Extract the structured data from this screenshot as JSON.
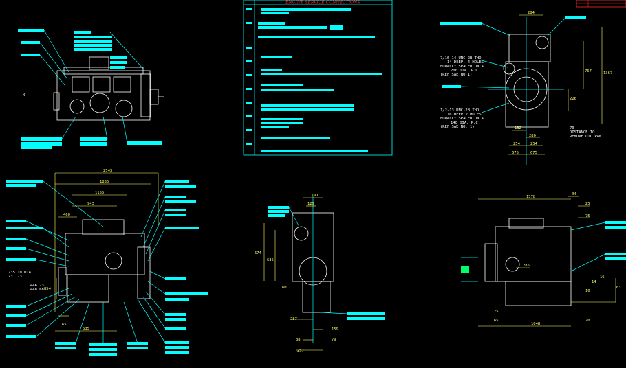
{
  "table": {
    "title": "ENGINE SERVICE CONNECTIONS"
  },
  "top_right": {
    "dims": [
      "284",
      "767",
      "1367",
      "226",
      "132",
      "280",
      "254",
      "254",
      "675",
      "675"
    ],
    "note_upper": [
      "7/16-14 UNC-2B THD",
      "14 DEEP, 4 HOLES",
      "EQUALLY SPACED ON A",
      "200 DIA. P.C.",
      "(REF SAE NO 1)"
    ],
    "note_lower": [
      "1/2-13 UNC-2B THD",
      "16 DEEP 2 HOLES",
      "EQUALLY SPACED ON A",
      "140 DIA. P.C.",
      "(REF SAE NO. 1)"
    ],
    "note_side": [
      "70",
      "DISTANCE TO",
      "REMOVE OIL PAN"
    ]
  },
  "bottom_left": {
    "dims": [
      "2543",
      "1835",
      "1155",
      "943",
      "460",
      "854",
      "65",
      "635"
    ],
    "side_label": [
      "735.10 DIA",
      "731.73"
    ],
    "side_label2": [
      "446.73",
      "448.68"
    ]
  },
  "bottom_middle": {
    "dims": [
      "191",
      "129",
      "574",
      "635",
      "60",
      "287",
      "159",
      "38",
      "79",
      "257"
    ]
  },
  "bottom_right": {
    "dims": [
      "1378",
      "56",
      "25",
      "75",
      "1048",
      "285",
      "16",
      "14",
      "10",
      "63",
      "70",
      "75",
      "65"
    ]
  }
}
